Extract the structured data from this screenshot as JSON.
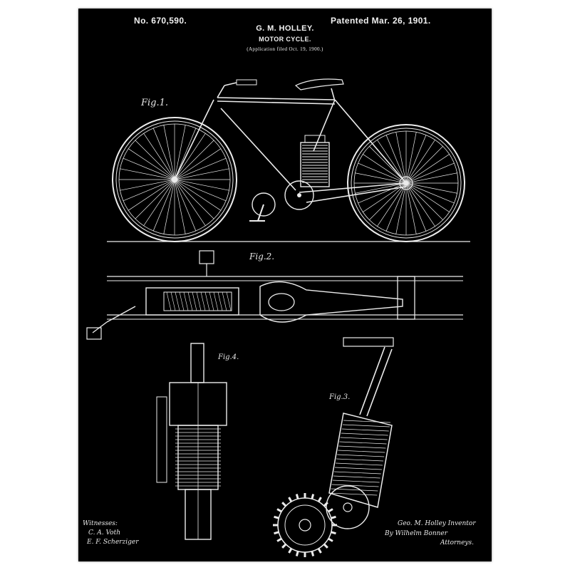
{
  "header": {
    "patent_number": "No. 670,590.",
    "patented": "Patented Mar. 26, 1901.",
    "inventor": "G. M. HOLLEY.",
    "title": "MOTOR CYCLE.",
    "application": "(Application filed Oct. 19, 1900.)"
  },
  "figures": {
    "fig1": "Fig.1.",
    "fig2": "Fig.2.",
    "fig3": "Fig.3.",
    "fig4": "Fig.4."
  },
  "footer": {
    "witnesses_label": "Witnesses:",
    "witness_1": "C. A. Voth",
    "witness_2": "E. F. Scherziger",
    "inventor_line": "Geo. M. Holley Inventor",
    "attorney_line": "By Wilhelm Bonner",
    "attorneys_label": "Attorneys."
  },
  "colors": {
    "background": "#000000",
    "ink": "#ececec",
    "frame": "#ffffff"
  }
}
